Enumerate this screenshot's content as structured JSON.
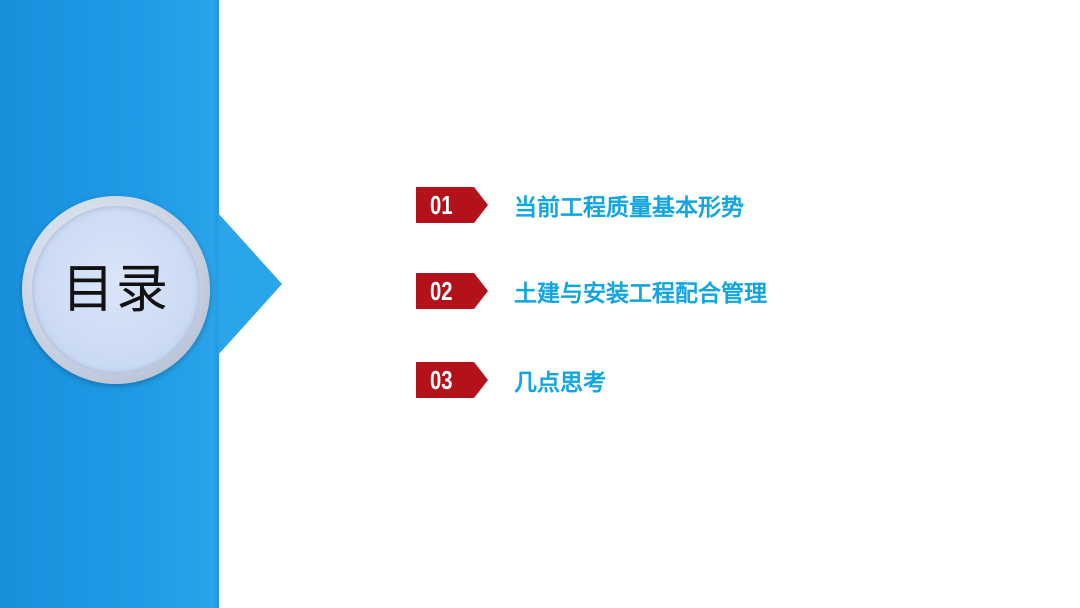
{
  "sidebar": {
    "title": "目录",
    "color": "#1e9be6"
  },
  "toc": {
    "items": [
      {
        "number": "01",
        "label": "当前工程质量基本形势"
      },
      {
        "number": "02",
        "label": "土建与安装工程配合管理"
      },
      {
        "number": "03",
        "label": "几点思考"
      }
    ],
    "number_color": "#b3121b",
    "label_color": "#13a5e0"
  }
}
